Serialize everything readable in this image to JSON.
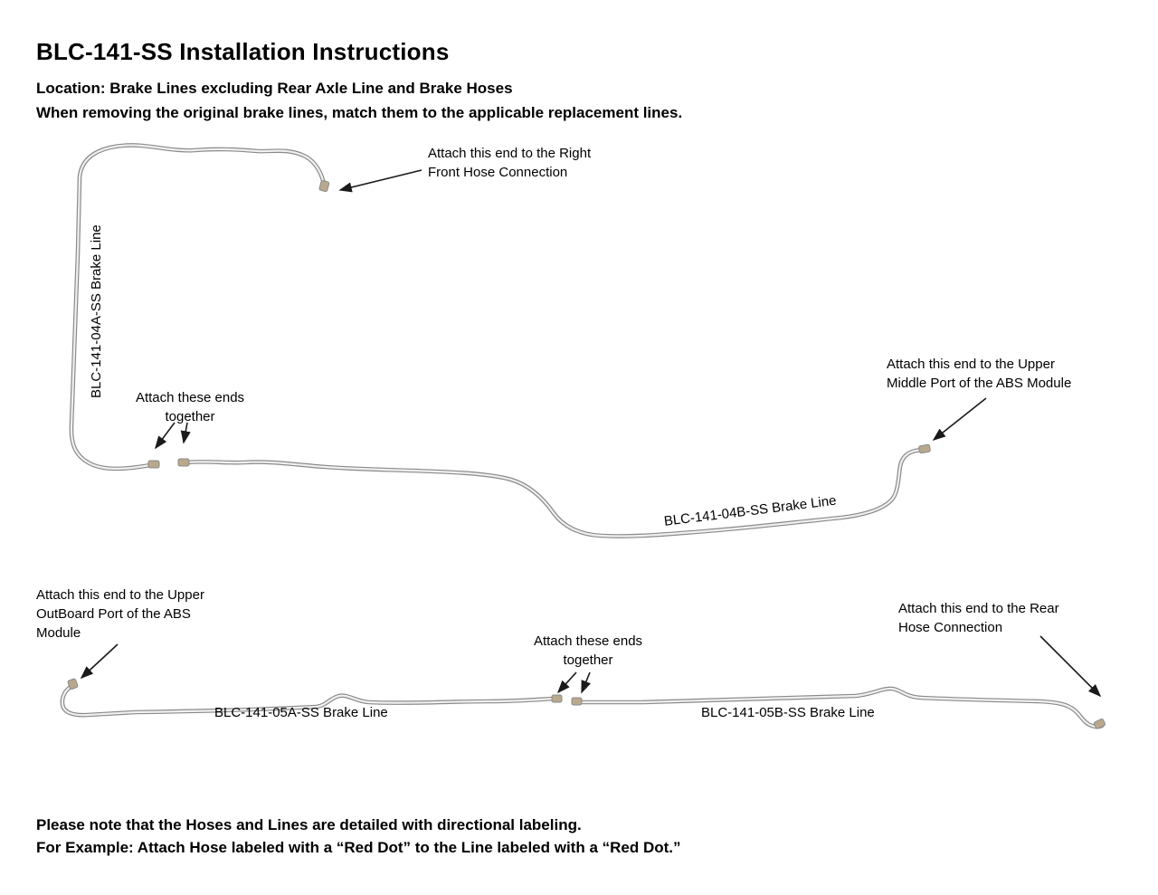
{
  "title": "BLC-141-SS Installation Instructions",
  "intro": {
    "line1": "Location: Brake Lines excluding Rear Axle Line and Brake Hoses",
    "line2": "When removing the original brake lines, match them to the applicable replacement lines."
  },
  "annotations": {
    "right_front_hose": "Attach this end to the Right\nFront Hose Connection",
    "attach_ends_top": "Attach these ends\ntogether",
    "abs_upper_middle": "Attach this end to the Upper\nMiddle Port of the ABS Module",
    "abs_upper_outboard": "Attach this end to the Upper\nOutBoard Port of the ABS\nModule",
    "attach_ends_bottom": "Attach these ends\ntogether",
    "rear_hose": "Attach this end to the Rear\nHose Connection"
  },
  "line_labels": {
    "blc_141_04a": "BLC-141-04A-SS Brake Line",
    "blc_141_04b": "BLC-141-04B-SS Brake Line",
    "blc_141_05a": "BLC-141-05A-SS Brake Line",
    "blc_141_05b": "BLC-141-05B-SS Brake Line"
  },
  "footer": {
    "line1": "Please note that the Hoses and Lines are detailed with directional labeling.",
    "line2": "For Example: Attach Hose labeled with a “Red Dot” to the Line labeled with a “Red Dot.”"
  },
  "colors": {
    "line_gray": "#8a8a8a",
    "line_highlight": "#f0f0f0",
    "fitting_fill": "#b9a98c",
    "fitting_stroke": "#8a8a8a",
    "arrow": "#1a1a1a",
    "text": "#000000"
  }
}
